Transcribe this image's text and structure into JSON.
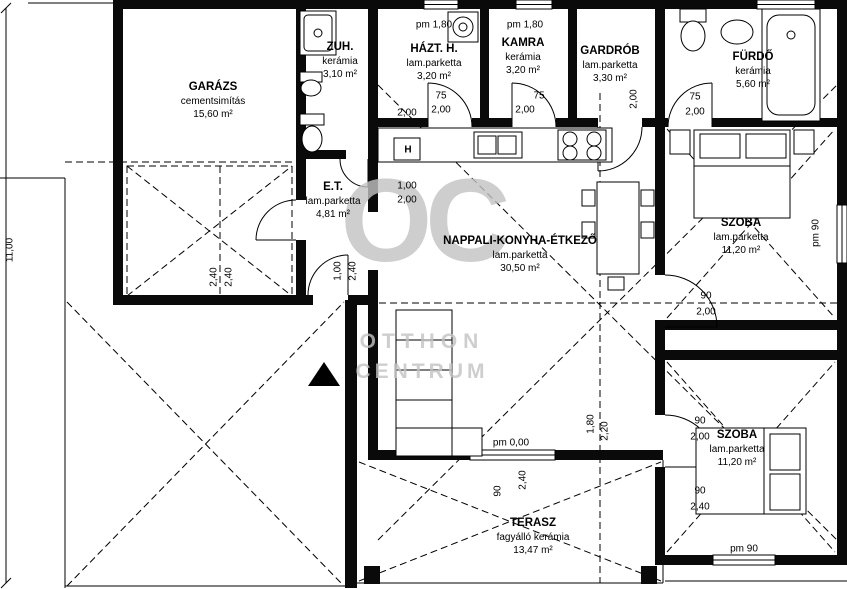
{
  "watermark": {
    "initials": "OC",
    "line1": "OTTHON",
    "line2": "CENTRUM"
  },
  "rooms": {
    "garazs": {
      "name": "GARÁZS",
      "finish": "cementsimítás",
      "area": "15,60 m²"
    },
    "zuh": {
      "name": "ZUH.",
      "finish": "kerámia",
      "area": "3,10 m²"
    },
    "hazt": {
      "name": "HÁZT. H.",
      "finish": "lam.parketta",
      "area": "3,20 m²"
    },
    "kamra": {
      "name": "KAMRA",
      "finish": "kerámia",
      "area": "3,20 m²"
    },
    "gardrob": {
      "name": "GARDRÓB",
      "finish": "lam.parketta",
      "area": "3,30 m²"
    },
    "furdo": {
      "name": "FÜRDŐ",
      "finish": "kerámia",
      "area": "5,60 m²"
    },
    "eloter": {
      "name": "E.T.",
      "finish": "lam.parketta",
      "area": "4,81 m²"
    },
    "nappali": {
      "name": "NAPPALI-KONYHA-ÉTKEZŐ",
      "finish": "lam.parketta",
      "area": "30,50 m²"
    },
    "szoba1": {
      "name": "SZOBA",
      "finish": "lam.parketta",
      "area": "11,20 m²"
    },
    "szoba2": {
      "name": "SZOBA",
      "finish": "lam.parketta",
      "area": "11,20 m²"
    },
    "terasz": {
      "name": "TERASZ",
      "finish": "fagyálló kerámia",
      "area": "13,47 m²"
    }
  },
  "fixtures": {
    "fridge_label": "H"
  },
  "dimensions": {
    "left_total": "11,00",
    "garage_w1": "2,40",
    "garage_w2": "2,40",
    "entry_w": "1,00",
    "entry_h": "2,40",
    "kitchen_opening_w": "2,00",
    "hazt_window_pm": "pm 1,80",
    "kamra_window_pm": "pm 1,80",
    "hazt_door_w": "75",
    "hazt_door_h": "2,00",
    "kamra_door_w": "75",
    "kamra_door_h": "2,00",
    "gardrob_door_h": "2,00",
    "furdo_door_w": "75",
    "furdo_door_h": "2,00",
    "et_opening_w": "1,00",
    "et_opening_h": "2,00",
    "szoba1_door_w": "90",
    "szoba1_door_h": "2,00",
    "szoba1_window_pm": "pm 90",
    "terasz_dim1": "1,80",
    "terasz_dim2": "2,20",
    "szoba2_door_w": "90",
    "szoba2_door_h": "2,00",
    "szoba2_window_w": "90",
    "szoba2_window_h": "2,40",
    "szoba2_window_pm": "pm 90",
    "terasz_door_pm": "pm 0,00",
    "terasz_door_w": "90",
    "terasz_door_h": "2,40"
  }
}
